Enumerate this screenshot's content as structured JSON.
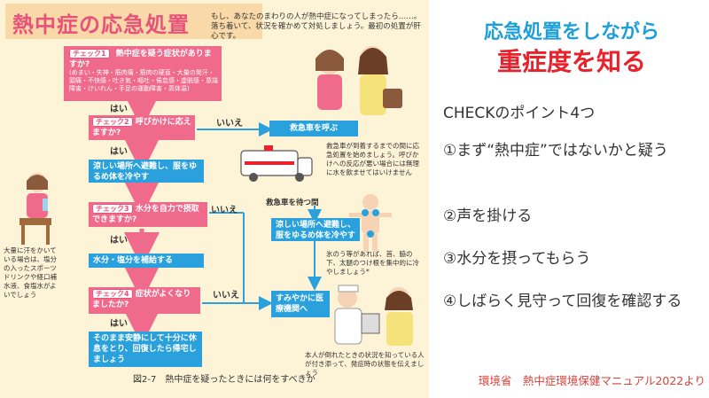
{
  "left": {
    "title": "熱中症の応急処置",
    "intro": "もし、あなたのまわりの人が熱中症になってしまったら……。落ち着いて、状況を確かめて対処しましょう。最初の処置が肝心です。",
    "check1": {
      "badge": "チェック1",
      "question": "熱中症を疑う症状がありますか?",
      "symptoms": "(めまい・失神・筋肉痛・筋肉の硬直・大量の発汗・頭痛・不快感・吐き気・嘔吐・倦怠感・虚脱感・意識障害・けいれん・手足の運動障害・高体温)"
    },
    "check2": {
      "badge": "チェック2",
      "question": "呼びかけに応えますか?"
    },
    "check3": {
      "badge": "チェック3",
      "question": "水分を自力で摂取できますか?"
    },
    "check4": {
      "badge": "チェック4",
      "question": "症状がよくなりましたか?"
    },
    "yes": "はい",
    "no": "いいえ",
    "step_cool": "涼しい場所へ避難し、服をゆるめ体を冷やす",
    "step_water": "水分・塩分を補給する",
    "step_rest": "そのまま安静にして十分に休息をとり、回復したら帰宅しましょう",
    "call_ambulance": "救急車を呼ぶ",
    "call_note": "救急車が到着するまでの間に応急処置を始めましょう。呼びかけへの反応が悪い場合には無理に水を飲ませてはいけません",
    "wait_ambulance": "救急車を待つ間",
    "step_cool2": "涼しい場所へ避難し、服をゆるめ体を冷やす",
    "ice_note": "氷のう等があれば、首、脇の下、太腿のつけ根を集中的に冷やしましょう*",
    "hospital": "すみやかに医療機関へ",
    "hospital_note": "本人が倒れたときの状況を知っている人が付き添って、発症時の状態を伝えましょう",
    "drink_note": "大量に汗をかいている場合は、塩分の入ったスポーツドリンクや経口補水液、食塩水がよいでしょう",
    "caption": "図2-7　熱中症を疑ったときには何をすべきか"
  },
  "right": {
    "title_line1": "応急処置をしながら",
    "title_line2": "重症度を知る",
    "heading": "CHECKのポイント4つ",
    "point1": "①まず“熱中症”ではないかと疑う",
    "point2": "②声を掛ける",
    "point3": "③水分を摂ってもらう",
    "point4": "④しばらく見守って回復を確認する",
    "source": "環境省　熱中症環境保健マニュアル2022より"
  },
  "colors": {
    "pink": "#f06a8c",
    "blue": "#2aa1dc",
    "title_blue": "#1d9fd8",
    "title_red": "#e8212b",
    "source_red": "#d9413c",
    "panel_bg": "#fdf3d7"
  }
}
